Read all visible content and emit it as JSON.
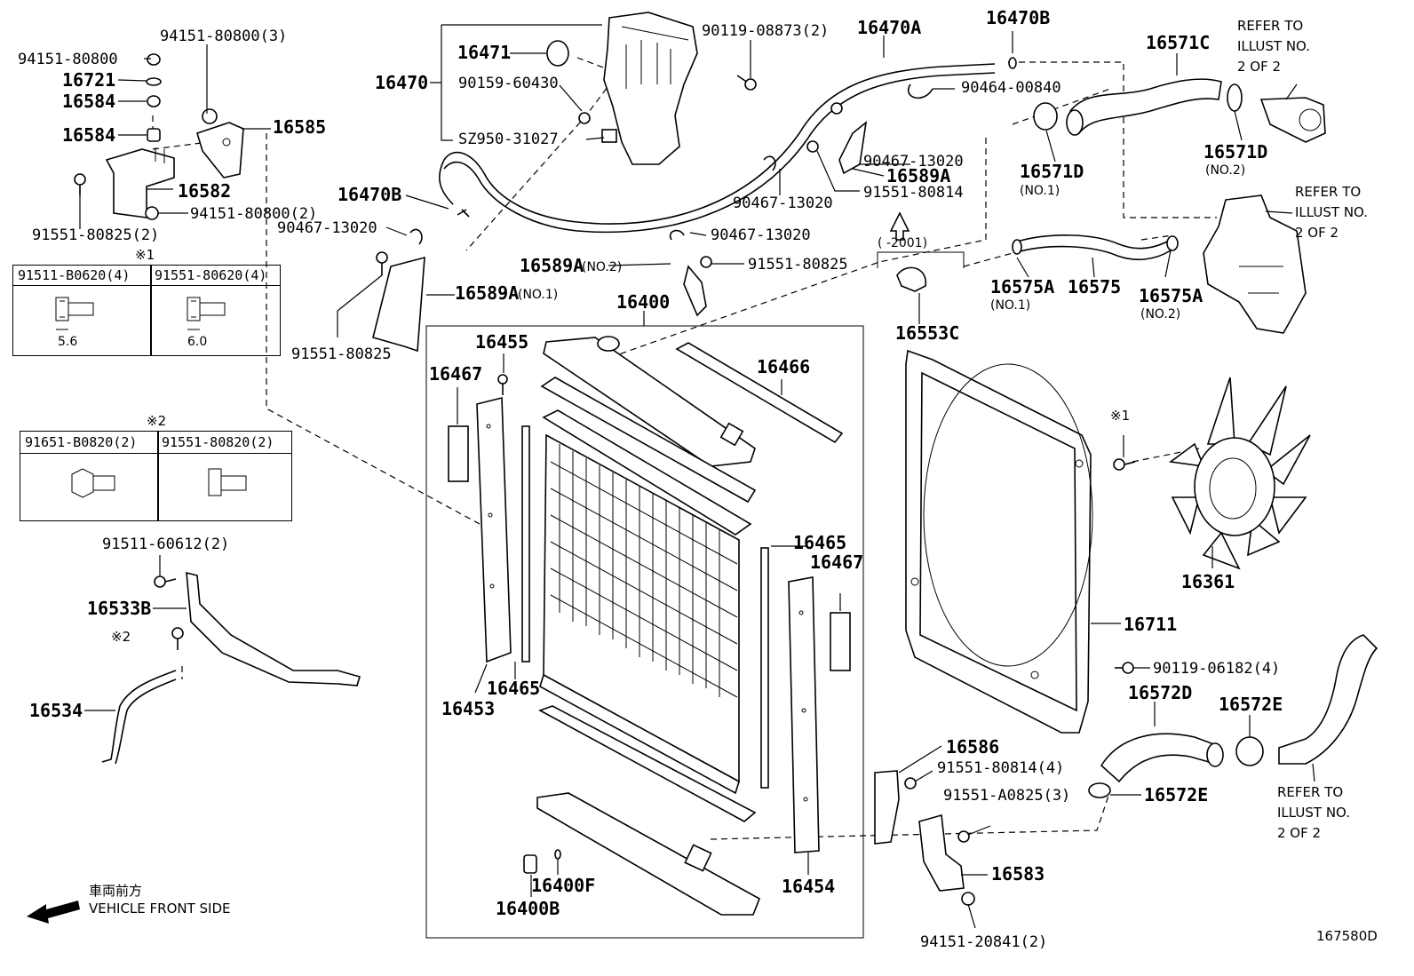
{
  "labels": {
    "p94151_80800_3": "94151-80800(3)",
    "p94151_80800": "94151-80800",
    "p16721": "16721",
    "p16584a": "16584",
    "p16584b": "16584",
    "p16585": "16585",
    "p16582": "16582",
    "p91551_80825_2": "91551-80825(2)",
    "p94151_80800_2": "94151-80800(2)",
    "p16470": "16470",
    "p16471": "16471",
    "p90159_60430": "90159-60430",
    "pSZ950_31027": "SZ950-31027",
    "p90119_08873_2": "90119-08873(2)",
    "p16470A": "16470A",
    "p16470B_top": "16470B",
    "p90464_00840": "90464-00840",
    "p90467_13020_a": "90467-13020",
    "p16589A_top": "16589A",
    "p91551_80814": "91551-80814",
    "p90467_13020_b": "90467-13020",
    "p16470B_left": "16470B",
    "p90467_13020_c": "90467-13020",
    "p90467_13020_d": "90467-13020",
    "p16589A_no2": "16589A",
    "p91551_80825_mid": "91551-80825",
    "p16589A_no1": "16589A",
    "p91551_80825_low": "91551-80825",
    "p16400": "16400",
    "p16455": "16455",
    "p16467_left": "16467",
    "p16466": "16466",
    "p16465_right": "16465",
    "p16467_right": "16467",
    "p16465_left": "16465",
    "p16453": "16453",
    "p16454": "16454",
    "p16400F": "16400F",
    "p16400B": "16400B",
    "p16571C": "16571C",
    "p16571D_no1": "16571D",
    "p16571D_no2": "16571D",
    "p16553C": "16553C",
    "p16575A_no1": "16575A",
    "p16575": "16575",
    "p16575A_no2": "16575A",
    "p16361": "16361",
    "p16711": "16711",
    "p90119_06182_4": "90119-06182(4)",
    "p16572D": "16572D",
    "p16572E_top": "16572E",
    "p16572E_bot": "16572E",
    "p16586": "16586",
    "p91551_80814_4": "91551-80814(4)",
    "p91551_A0825_3": "91551-A0825(3)",
    "p16583": "16583",
    "p94151_20841_2": "94151-20841(2)",
    "p91511_60612_2": "91511-60612(2)",
    "p16533B": "16533B",
    "p16534": "16534",
    "mark_star2": "※2"
  },
  "sublabels": {
    "no1": "(NO.1)",
    "no2": "(NO.2)",
    "no1_16571D": "(NO.1)",
    "no2_16571D": "(NO.2)",
    "no1_16575A": "(NO.1)",
    "no2_16575A": "(NO.2)",
    "year_range": "(   -2001)"
  },
  "refer_notes": {
    "top_right": "REFER TO\nILLUST NO.\n2 OF 2",
    "mid_right": "REFER TO\nILLUST NO.\n2 OF 2",
    "bottom_right": "REFER TO\nILLUST NO.\n2 OF 2"
  },
  "star1_marker": "※1",
  "table1": {
    "mark": "※1",
    "col1": "91511-B0620(4)",
    "col2": "91551-80620(4)",
    "dim1": "5.6",
    "dim2": "6.0"
  },
  "table2": {
    "mark": "※2",
    "col1": "91651-B0820(2)",
    "col2": "91551-80820(2)"
  },
  "direction": {
    "jp": "車両前方",
    "en": "VEHICLE FRONT SIDE"
  },
  "figure_id": "167580D"
}
